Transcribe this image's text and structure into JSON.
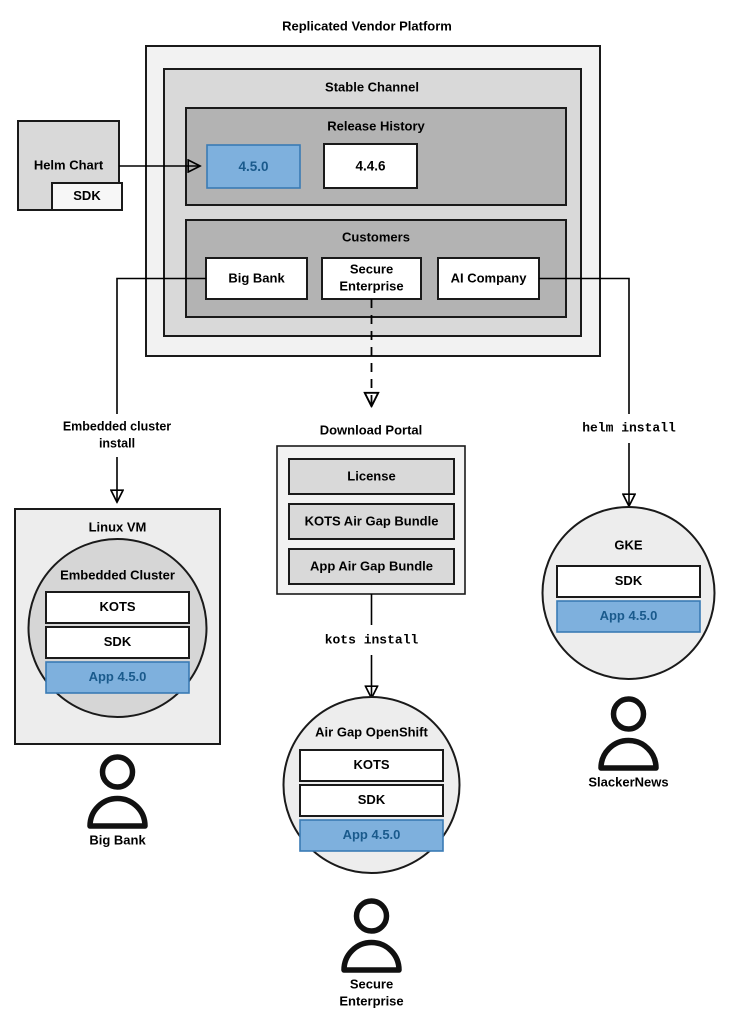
{
  "title": "Replicated Vendor Platform",
  "colors": {
    "outer_fill": "#f2f2f2",
    "channel_fill": "#d9d9d9",
    "inner_fill": "#b3b3b3",
    "white": "#ffffff",
    "app_blue": "#7eb0dd",
    "app_blue_border": "#3a7bb5",
    "app_blue_text": "#1a5a8c",
    "light_gray": "#ededed",
    "mid_gray": "#d6d6d6",
    "stroke": "#1a1a1a"
  },
  "platform": {
    "label": "Replicated Vendor Platform",
    "channel": {
      "label": "Stable Channel",
      "release_history": {
        "label": "Release History",
        "releases": [
          {
            "version": "4.5.0",
            "highlighted": true
          },
          {
            "version": "4.4.6",
            "highlighted": false
          }
        ]
      },
      "customers": {
        "label": "Customers",
        "items": [
          {
            "name": "Big Bank"
          },
          {
            "name": "Secure",
            "name2": "Enterprise"
          },
          {
            "name": "AI Company"
          }
        ]
      }
    }
  },
  "helm_chart": {
    "label": "Helm Chart",
    "sdk_label": "SDK"
  },
  "flows": [
    {
      "label_line1": "Embedded cluster",
      "label_line2": "install",
      "mono": false
    },
    {
      "label_line1": "helm install",
      "label_line2": "",
      "mono": true
    },
    {
      "label_line1": "kots install",
      "label_line2": "",
      "mono": true
    }
  ],
  "linux_vm": {
    "label": "Linux VM",
    "cluster_label": "Embedded Cluster",
    "components": [
      {
        "label": "KOTS",
        "highlighted": false
      },
      {
        "label": "SDK",
        "highlighted": false
      },
      {
        "label": "App 4.5.0",
        "highlighted": true
      }
    ],
    "user": "Big Bank"
  },
  "download_portal": {
    "label": "Download Portal",
    "items": [
      {
        "label": "License"
      },
      {
        "label": "KOTS Air Gap Bundle"
      },
      {
        "label": "App Air Gap Bundle"
      }
    ]
  },
  "openshift": {
    "label": "Air Gap OpenShift",
    "components": [
      {
        "label": "KOTS",
        "highlighted": false
      },
      {
        "label": "SDK",
        "highlighted": false
      },
      {
        "label": "App 4.5.0",
        "highlighted": true
      }
    ],
    "user_line1": "Secure",
    "user_line2": "Enterprise"
  },
  "gke": {
    "label": "GKE",
    "components": [
      {
        "label": "SDK",
        "highlighted": false
      },
      {
        "label": "App 4.5.0",
        "highlighted": true
      }
    ],
    "user": "SlackerNews"
  }
}
